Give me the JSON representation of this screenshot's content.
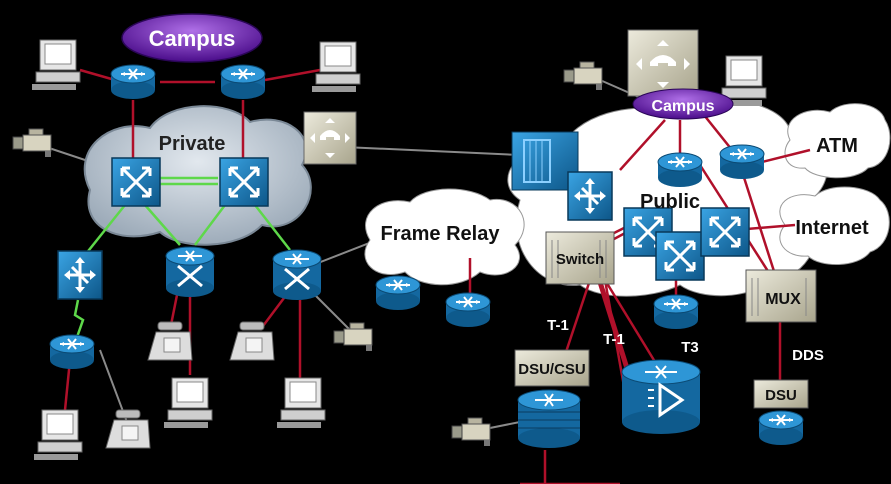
{
  "clouds": {
    "private_label": "Private",
    "public_label": "Public",
    "frame_relay_label": "Frame Relay",
    "atm_label": "ATM",
    "internet_label": "Internet"
  },
  "campus": {
    "left_label": "Campus",
    "right_label": "Campus"
  },
  "devices": {
    "switch_label": "Switch",
    "mux_label": "MUX",
    "dsu_csu_label": "DSU/CSU",
    "dsu_label": "DSU"
  },
  "links": {
    "t1_left_label": "T-1",
    "t1_right_label": "T-1",
    "t3_label": "T3",
    "dds_label": "DDS"
  },
  "colors": {
    "background": "#000000",
    "cloud_left": "#c8d2dc",
    "cloud_right": "#ffffff",
    "device_blue": "#1a7ab8",
    "campus_purple": "#6a1fb0",
    "link_red": "#b0102a",
    "link_green": "#5ed84a",
    "link_gray": "#8a8a8a",
    "box_tan": "#d8d4c0"
  }
}
